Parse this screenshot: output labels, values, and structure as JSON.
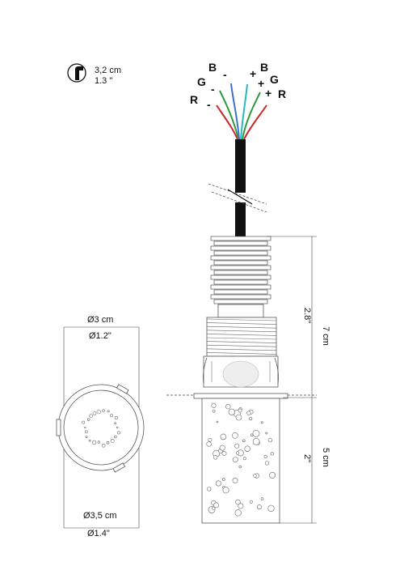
{
  "badge": {
    "metric": "3,2 cm",
    "imperial": "1.3 \""
  },
  "wires": {
    "b_neg": "B",
    "b_neg_sign": "-",
    "b_pos": "B",
    "b_pos_sign": "+",
    "g_neg": "G",
    "g_neg_sign": "-",
    "g_pos": "G",
    "g_pos_sign": "+",
    "r_neg": "R",
    "r_neg_sign": "-",
    "r_pos": "R",
    "r_pos_sign": "+"
  },
  "colors": {
    "red": "#c8282a",
    "green": "#2f9a3c",
    "blue": "#3f6fd0",
    "cyan": "#26b8c0",
    "cable": "#111111"
  },
  "top_view": {
    "top_metric": "Ø3 cm",
    "top_imperial": "Ø1.2\"",
    "bottom_metric": "Ø3,5 cm",
    "bottom_imperial": "Ø1.4\""
  },
  "side_view": {
    "height_total_metric": "7 cm",
    "height_total_imperial": "2.8\"",
    "height_glass_metric": "5 cm",
    "height_glass_imperial": "2\""
  }
}
